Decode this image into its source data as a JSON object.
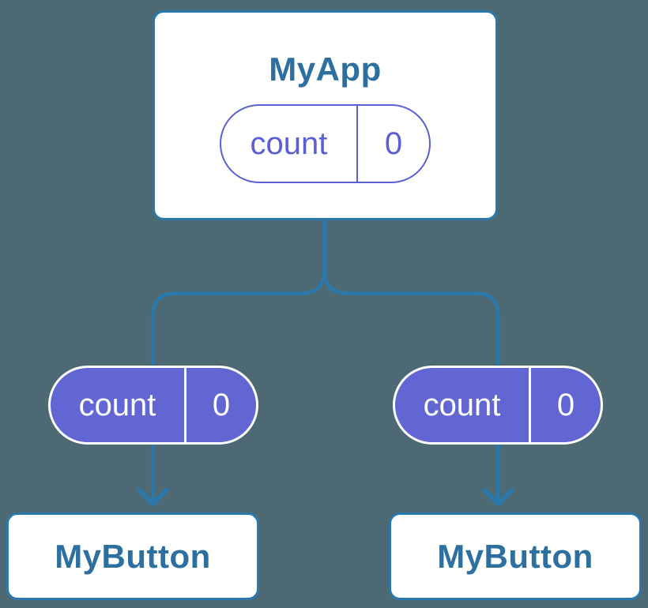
{
  "diagram": {
    "root": {
      "title": "MyApp",
      "state": {
        "name": "count",
        "value": "0"
      }
    },
    "children": [
      {
        "title": "MyButton",
        "prop": {
          "name": "count",
          "value": "0"
        }
      },
      {
        "title": "MyButton",
        "prop": {
          "name": "count",
          "value": "0"
        }
      }
    ]
  },
  "colors": {
    "background": "#4c6974",
    "card_background": "#ffffff",
    "connector_blue": "#2b79ac",
    "title_text_blue": "#2d6f9e",
    "pill_purple_fill": "#6166d3",
    "pill_purple_outline": "#5a5fd6",
    "pill_filled_text": "#ffffff"
  }
}
